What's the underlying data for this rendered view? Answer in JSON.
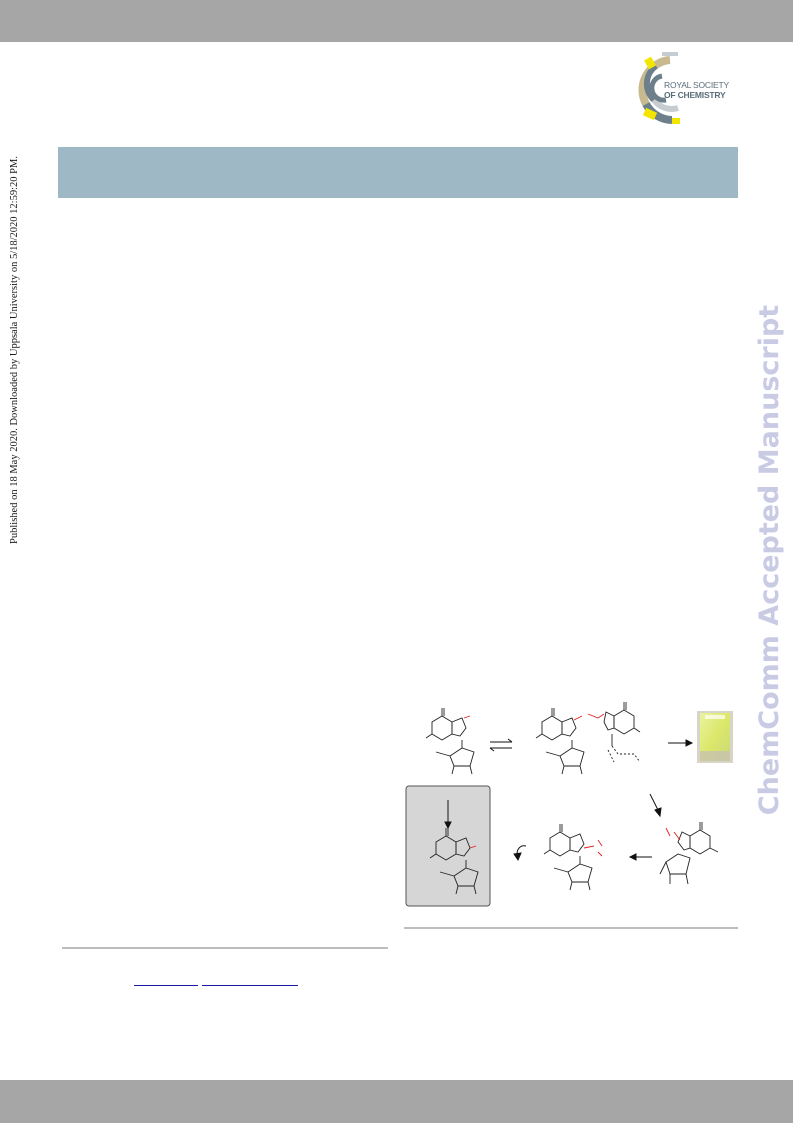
{
  "logo": {
    "line1": "ROYAL SOCIETY",
    "line2": "OF CHEMISTRY",
    "colors": {
      "yellow": "#f2e600",
      "slate": "#6e7f8c",
      "tan": "#c9b98f",
      "gray": "#c7ccd0"
    }
  },
  "side_note": "Published on 18 May 2020. Downloaded by Uppsala University on 5/18/2020 12:59:20 PM.",
  "watermark": "ChemComm Accepted Manuscript",
  "colors": {
    "bars": "#a6a6a6",
    "header_band": "#9fb8c6",
    "watermark": "#c9cbe4",
    "scheme_highlight": "#e02020",
    "scheme_box": "#d6d6d6"
  },
  "scheme": {
    "icons": [
      "equilibrium-arrow-icon",
      "reaction-arrow-icon",
      "curved-arrow-icon"
    ]
  }
}
